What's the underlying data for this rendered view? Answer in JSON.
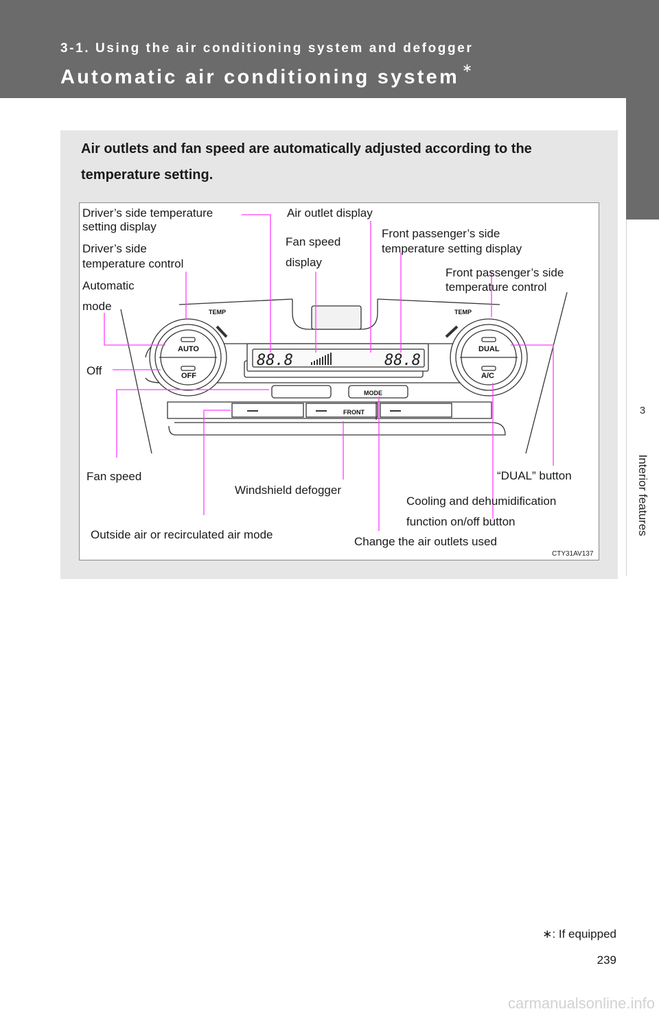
{
  "header": {
    "section_title": "3-1. Using the air conditioning system and defogger",
    "page_title": "Automatic air conditioning system",
    "page_title_mark": "∗"
  },
  "side_tab": {
    "chapter_number": "3",
    "chapter_label": "Interior features"
  },
  "intro": "Air outlets and fan speed are automatically adjusted according to the temperature setting.",
  "figure": {
    "callouts": {
      "driver_temp_display_1": "Driver’s side temperature",
      "driver_temp_display_2": "setting display",
      "driver_temp_control_1": "Driver’s side",
      "driver_temp_control_2": "temperature control",
      "automatic_mode_1": "Automatic",
      "automatic_mode_2": "mode",
      "off": "Off",
      "air_outlet_display": "Air outlet display",
      "fan_speed_display_1": "Fan speed",
      "fan_speed_display_2": "display",
      "passenger_temp_display_1": "Front passenger’s side",
      "passenger_temp_display_2": "temperature setting display",
      "passenger_temp_control_1": "Front passenger’s side",
      "passenger_temp_control_2": "temperature control",
      "fan_speed": "Fan speed",
      "windshield_defogger": "Windshield defogger",
      "dual_button": "“DUAL” button",
      "cooling_1": "Cooling and dehumidification",
      "cooling_2": "function on/off button",
      "outside_air": "Outside air or recirculated air mode",
      "change_outlets": "Change the air outlets used"
    },
    "panel_text": {
      "temp_left": "TEMP",
      "temp_right": "TEMP",
      "auto": "AUTO",
      "off_button": "OFF",
      "dual": "DUAL",
      "ac": "A/C",
      "mode": "MODE",
      "front": "FRONT",
      "lcd_left": "88.8",
      "lcd_right": "88.8"
    },
    "figure_id": "CTY31AV137",
    "callout_line_color": "#ff3cff"
  },
  "footnote": "∗: If equipped",
  "page_number": "239",
  "watermark": "carmanualsonline.info"
}
